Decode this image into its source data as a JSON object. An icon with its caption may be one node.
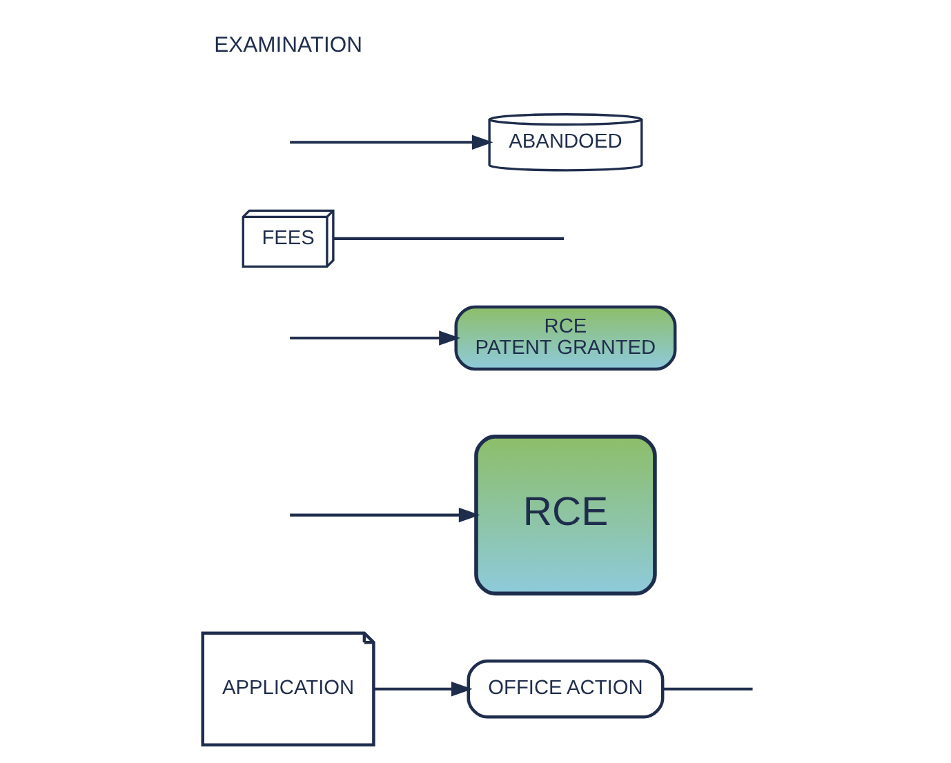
{
  "diagram": {
    "nodes": [
      {
        "text": [
          "APPLICATION"
        ]
      },
      {
        "text": [
          "OFFICE ACTION"
        ]
      },
      {
        "text": [
          "RCE"
        ]
      },
      {
        "text": [
          "RCE",
          "PATENT GRANTED"
        ]
      },
      {
        "text": [
          "FEES"
        ]
      },
      {
        "text": [
          "ABANDOED"
        ]
      }
    ],
    "edges": [
      {
        "from": 0,
        "to": 1,
        "arrow": "to"
      },
      {
        "from": 1,
        "to": null,
        "arrow": "none"
      },
      {
        "from": null,
        "to": 2,
        "arrow": "to"
      },
      {
        "from": null,
        "to": 3,
        "arrow": "to"
      },
      {
        "from": 4,
        "to": null,
        "arrow": "none"
      },
      {
        "from": null,
        "to": 5,
        "arrow": "to"
      }
    ],
    "labels": [
      "EXAMINATION"
    ]
  }
}
